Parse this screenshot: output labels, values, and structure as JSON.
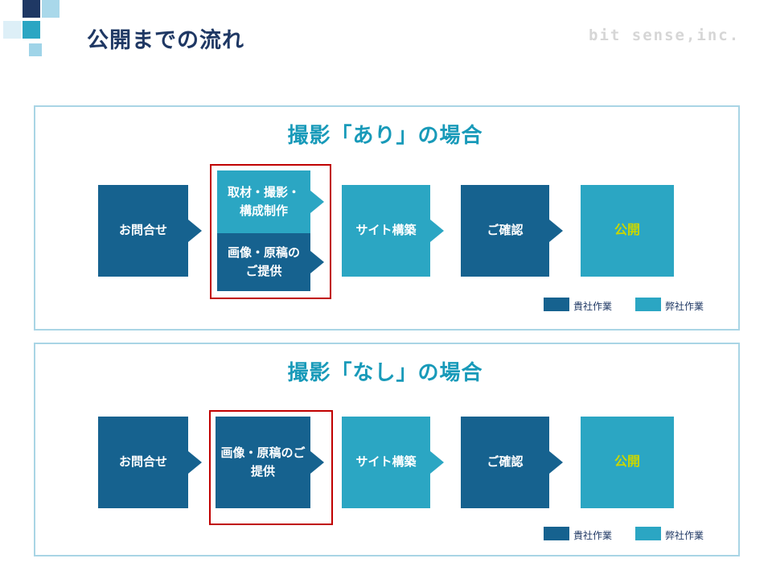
{
  "header": {
    "title": "公開までの流れ",
    "watermark": "bit sense,inc."
  },
  "colors": {
    "client_work": "#16628f",
    "vendor_work": "#2ba6c3",
    "publish_text": "#c9d600",
    "highlight_frame": "#c00000",
    "section_border": "#a9d5e5",
    "title_navy": "#1f3864",
    "section_title_teal": "#189ab9"
  },
  "legend": {
    "client": "貴社作業",
    "vendor": "弊社作業"
  },
  "sections": [
    {
      "title": "撮影「あり」の場合",
      "boxes": {
        "inquiry": "お問合せ",
        "shooting": "取材・撮影・構成制作",
        "materials": "画像・原稿のご提供",
        "build": "サイト構築",
        "confirm": "ご確認",
        "publish": "公開"
      }
    },
    {
      "title": "撮影「なし」の場合",
      "boxes": {
        "inquiry": "お問合せ",
        "materials": "画像・原稿のご提供",
        "build": "サイト構築",
        "confirm": "ご確認",
        "publish": "公開"
      }
    }
  ]
}
